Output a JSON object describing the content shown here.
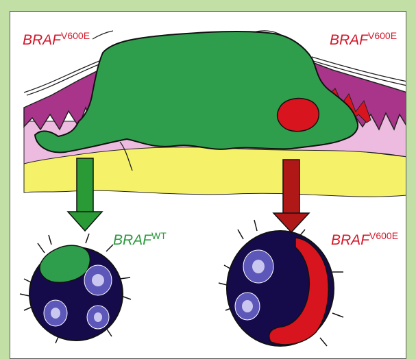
{
  "labels": {
    "top_left": {
      "gene": "BRAF",
      "allele": "V600E"
    },
    "top_right": {
      "gene": "BRAF",
      "allele": "V600E"
    },
    "mid_left": {
      "gene": "BRAF",
      "allele": "WT"
    },
    "mid_right": {
      "gene": "BRAF",
      "allele": "V600E"
    }
  },
  "colors": {
    "border_green": "#c2e0a6",
    "lesion_green": "#2f9e4c",
    "mutant_red": "#d8141e",
    "dark_red_arrow": "#b01818",
    "epidermis_magenta": "#a8358a",
    "dermis_pink": "#eebbe0",
    "fat_yellow": "#f5f26a",
    "cell_navy": "#150b4a",
    "nucleus_blue": "#5c57b8",
    "nucleolus_light": "#c9c6f0"
  }
}
